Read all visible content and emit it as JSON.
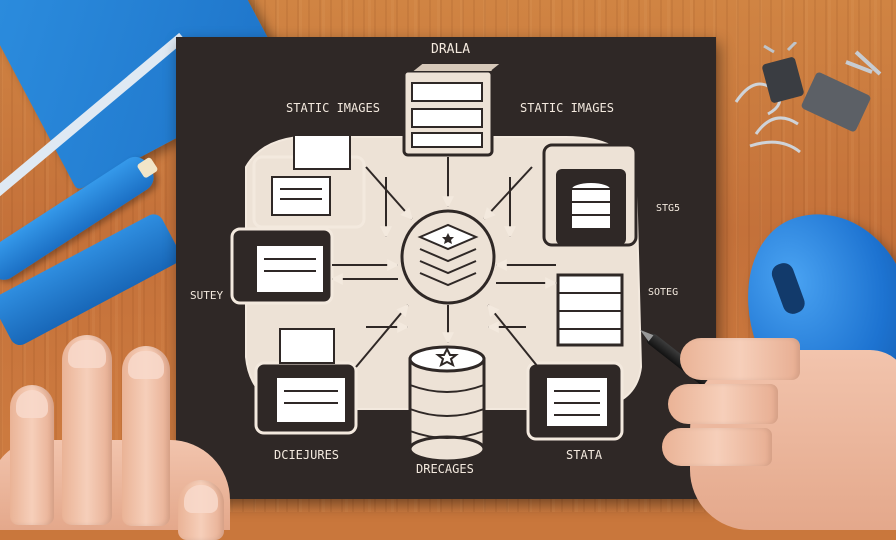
{
  "poster": {
    "title": "DRALA",
    "label_top_left": "STATIC IMAGES",
    "label_top_right": "STATIC IMAGES",
    "label_left": "SUTEY",
    "label_right_top": "STG5",
    "label_right_mid": "SOTEG",
    "label_bottom_left": "DCIEJURES",
    "label_bottom_center": "DRECAGES",
    "label_bottom_right": "STATA"
  },
  "colors": {
    "desk_wood": "#c9773c",
    "poster_background": "#2f2826",
    "poster_line": "#f3e9de",
    "diagram_fill": "#ede2d6",
    "accessory_blue": "#1e74c9",
    "skin": "#eab396"
  }
}
